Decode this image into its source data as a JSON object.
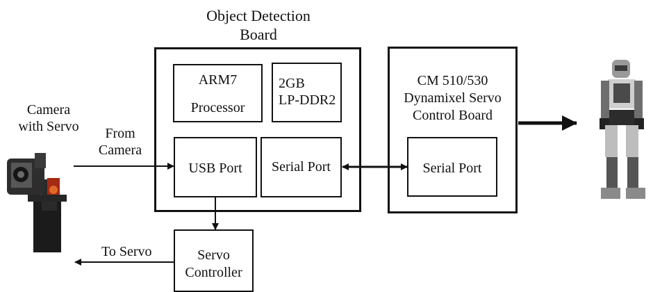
{
  "title": [
    "Object Detection",
    "Board"
  ],
  "camera_label": [
    "Camera",
    "with Servo"
  ],
  "from_camera_label": [
    "From",
    "Camera"
  ],
  "to_servo_label": "To Servo",
  "arm7": [
    "ARM7",
    "Processor"
  ],
  "memory": [
    "2GB",
    "LP-DDR2"
  ],
  "usb_port": "USB Port",
  "serial_port_left": "Serial Port",
  "cm_board": [
    "CM 510/530",
    "Dynamixel Servo",
    "Control Board"
  ],
  "serial_port_right": "Serial Port",
  "servo_controller": [
    "Servo",
    "Controller"
  ]
}
